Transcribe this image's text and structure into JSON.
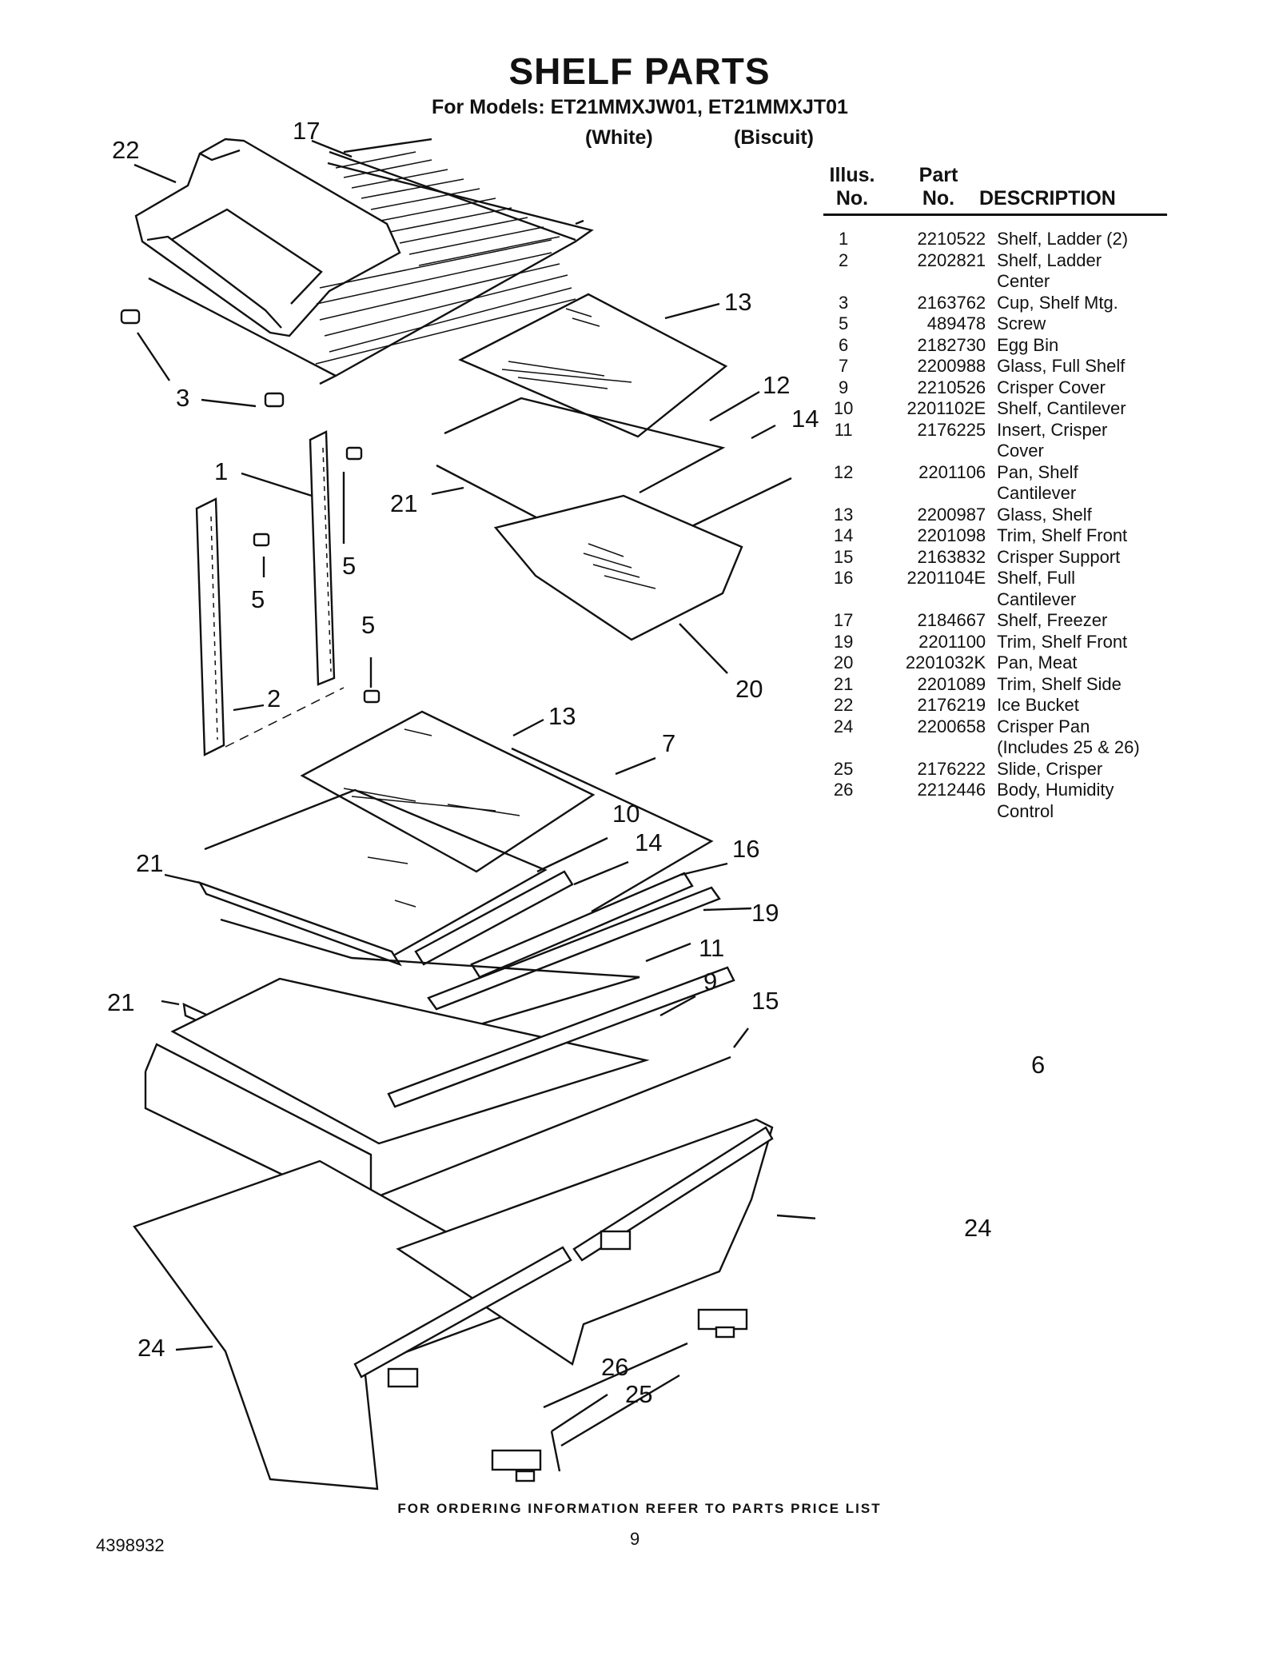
{
  "header": {
    "title": "SHELF PARTS",
    "subtitle": "For Models: ET21MMXJW01, ET21MMXJT01",
    "variant_white": "(White)",
    "variant_biscuit": "(Biscuit)"
  },
  "table": {
    "col_illus": [
      "Illus.",
      "No."
    ],
    "col_part": [
      "Part",
      "No."
    ],
    "col_desc": "DESCRIPTION",
    "rows": [
      {
        "illus": "1",
        "part": "2210522",
        "desc": [
          "Shelf, Ladder (2)"
        ]
      },
      {
        "illus": "2",
        "part": "2202821",
        "desc": [
          "Shelf, Ladder",
          "Center"
        ]
      },
      {
        "illus": "3",
        "part": "2163762",
        "desc": [
          "Cup, Shelf Mtg."
        ]
      },
      {
        "illus": "5",
        "part": "489478",
        "desc": [
          "Screw"
        ]
      },
      {
        "illus": "6",
        "part": "2182730",
        "desc": [
          "Egg Bin"
        ]
      },
      {
        "illus": "7",
        "part": "2200988",
        "desc": [
          "Glass, Full Shelf"
        ]
      },
      {
        "illus": "9",
        "part": "2210526",
        "desc": [
          "Crisper Cover"
        ]
      },
      {
        "illus": "10",
        "part": "2201102E",
        "desc": [
          "Shelf, Cantilever"
        ]
      },
      {
        "illus": "11",
        "part": "2176225",
        "desc": [
          "Insert, Crisper",
          "Cover"
        ]
      },
      {
        "illus": "12",
        "part": "2201106",
        "desc": [
          "Pan, Shelf",
          "Cantilever"
        ]
      },
      {
        "illus": "13",
        "part": "2200987",
        "desc": [
          "Glass, Shelf"
        ]
      },
      {
        "illus": "14",
        "part": "2201098",
        "desc": [
          "Trim, Shelf Front"
        ]
      },
      {
        "illus": "15",
        "part": "2163832",
        "desc": [
          "Crisper Support"
        ]
      },
      {
        "illus": "16",
        "part": "2201104E",
        "desc": [
          "Shelf, Full",
          "Cantilever"
        ]
      },
      {
        "illus": "17",
        "part": "2184667",
        "desc": [
          "Shelf, Freezer"
        ]
      },
      {
        "illus": "19",
        "part": "2201100",
        "desc": [
          "Trim, Shelf Front"
        ]
      },
      {
        "illus": "20",
        "part": "2201032K",
        "desc": [
          "Pan, Meat"
        ]
      },
      {
        "illus": "21",
        "part": "2201089",
        "desc": [
          "Trim, Shelf Side"
        ]
      },
      {
        "illus": "22",
        "part": "2176219",
        "desc": [
          "Ice Bucket"
        ]
      },
      {
        "illus": "24",
        "part": "2200658",
        "desc": [
          "Crisper Pan",
          "(Includes 25 & 26)"
        ]
      },
      {
        "illus": "25",
        "part": "2176222",
        "desc": [
          "Slide, Crisper"
        ]
      },
      {
        "illus": "26",
        "part": "2212446",
        "desc": [
          "Body, Humidity",
          "Control"
        ]
      }
    ]
  },
  "callouts": {
    "c22": "22",
    "c17": "17",
    "c3": "3",
    "c13a": "13",
    "c12": "12",
    "c14a": "14",
    "c1": "1",
    "c21a": "21",
    "c5a": "5",
    "c5b": "5",
    "c5c": "5",
    "c2": "2",
    "c20": "20",
    "c13b": "13",
    "c7": "7",
    "c10": "10",
    "c14b": "14",
    "c16": "16",
    "c21b": "21",
    "c19": "19",
    "c11": "11",
    "c21c": "21",
    "c9": "9",
    "c15": "15",
    "c6": "6",
    "c24a": "24",
    "c24b": "24",
    "c26": "26",
    "c25": "25"
  },
  "footer": {
    "order_info": "FOR ORDERING INFORMATION REFER TO PARTS PRICE LIST",
    "doc_number": "4398932",
    "page_number": "9"
  }
}
